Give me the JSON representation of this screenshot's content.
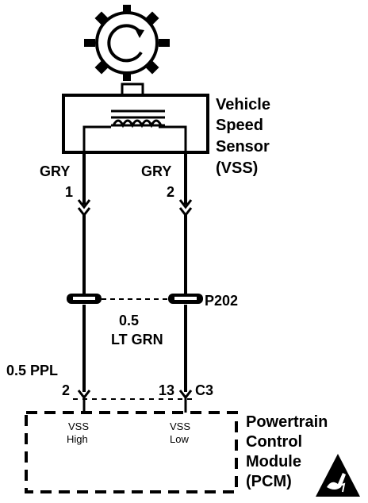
{
  "sensor": {
    "name_lines": [
      "Vehicle",
      "Speed",
      "Sensor",
      "(VSS)"
    ],
    "icon": "gear-icon"
  },
  "wires": {
    "left": {
      "color": "GRY",
      "pin": "1"
    },
    "right": {
      "color": "GRY",
      "pin": "2"
    },
    "splice_wire": {
      "gauge": "0.5",
      "color": "LT GRN"
    },
    "pcm_left_wire": "0.5 PPL"
  },
  "splice_connector": "P202",
  "pcm": {
    "pins": [
      {
        "pin": "2",
        "label_line1": "VSS",
        "label_line2": "High"
      },
      {
        "pin": "13",
        "label_line1": "VSS",
        "label_line2": "Low"
      }
    ],
    "connector": "C3",
    "name_lines": [
      "Powertrain",
      "Control",
      "Module",
      "(PCM)"
    ],
    "esd_icon": "esd-warning-icon"
  },
  "colors": {
    "ink": "#000000",
    "background": "#ffffff"
  }
}
